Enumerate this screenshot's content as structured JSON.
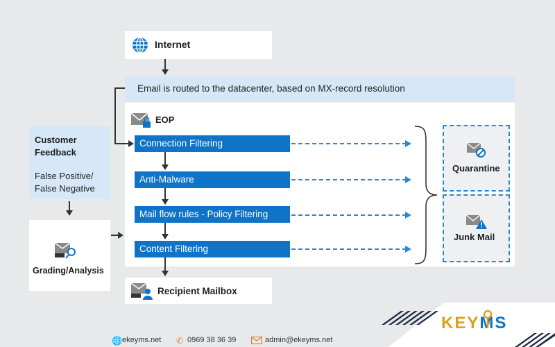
{
  "internet": {
    "label": "Internet",
    "icon": "globe-icon"
  },
  "route_banner": {
    "text": "Email is routed to the datacenter, based on MX-record resolution"
  },
  "eop": {
    "label": "EOP",
    "icon": "mail-lock-icon"
  },
  "steps": [
    {
      "label": "Connection Filtering"
    },
    {
      "label": "Anti-Malware"
    },
    {
      "label": "Mail flow rules - Policy Filtering"
    },
    {
      "label": "Content Filtering"
    }
  ],
  "customer_feedback": {
    "title_line1": "Customer",
    "title_line2": "Feedback",
    "body_line1": "False Positive/",
    "body_line2": "False Negative"
  },
  "grading": {
    "label": "Grading/Analysis",
    "icon": "mail-search-icon"
  },
  "quarantine": {
    "label": "Quarantine",
    "icon": "mail-blocked-icon"
  },
  "junk": {
    "label": "Junk Mail",
    "icon": "mail-warning-icon"
  },
  "recipient": {
    "label": "Recipient Mailbox",
    "icon": "mail-user-icon"
  },
  "footer": {
    "website": "ekeyms.net",
    "phone": "0969 38 36 39",
    "email": "admin@ekeyms.net"
  },
  "brand": {
    "logo_text_left": "KEY",
    "logo_text_right": "MS",
    "color_primary": "#0f73c7",
    "color_accent": "#d9a21b"
  }
}
